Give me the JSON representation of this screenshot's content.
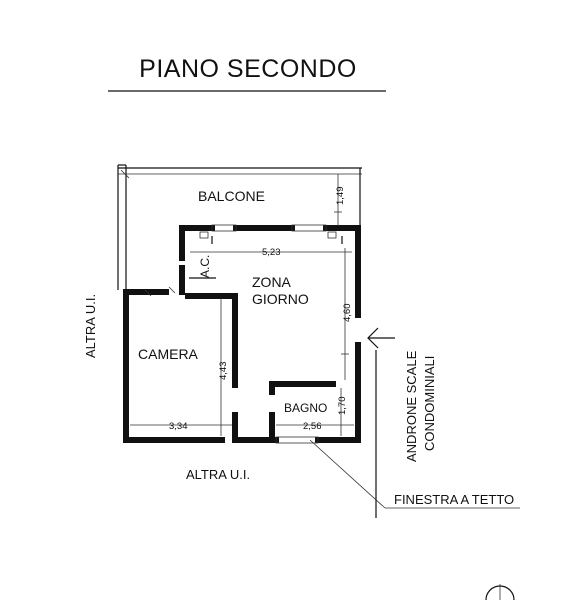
{
  "title": "PIANO SECONDO",
  "rooms": {
    "balcone": "BALCONE",
    "zona_giorno_line1": "ZONA",
    "zona_giorno_line2": "GIORNO",
    "camera": "CAMERA",
    "bagno": "BAGNO",
    "ac": "A.C."
  },
  "dimensions": {
    "balcone_depth": "1,49",
    "zona_width": "5,23",
    "zona_depth": "4,60",
    "camera_depth": "4,43",
    "camera_width": "3,34",
    "bagno_width": "2,56",
    "bagno_depth": "1,70"
  },
  "labels": {
    "altra_ui_left": "ALTRA U.I.",
    "altra_ui_bottom": "ALTRA U.I.",
    "androne_line1": "ANDRONE SCALE",
    "androne_line2": "CONDOMINIALI",
    "finestra": "FINESTRA A TETTO"
  },
  "icons": [
    "entrance-arrow-icon",
    "north-arrow-icon"
  ]
}
